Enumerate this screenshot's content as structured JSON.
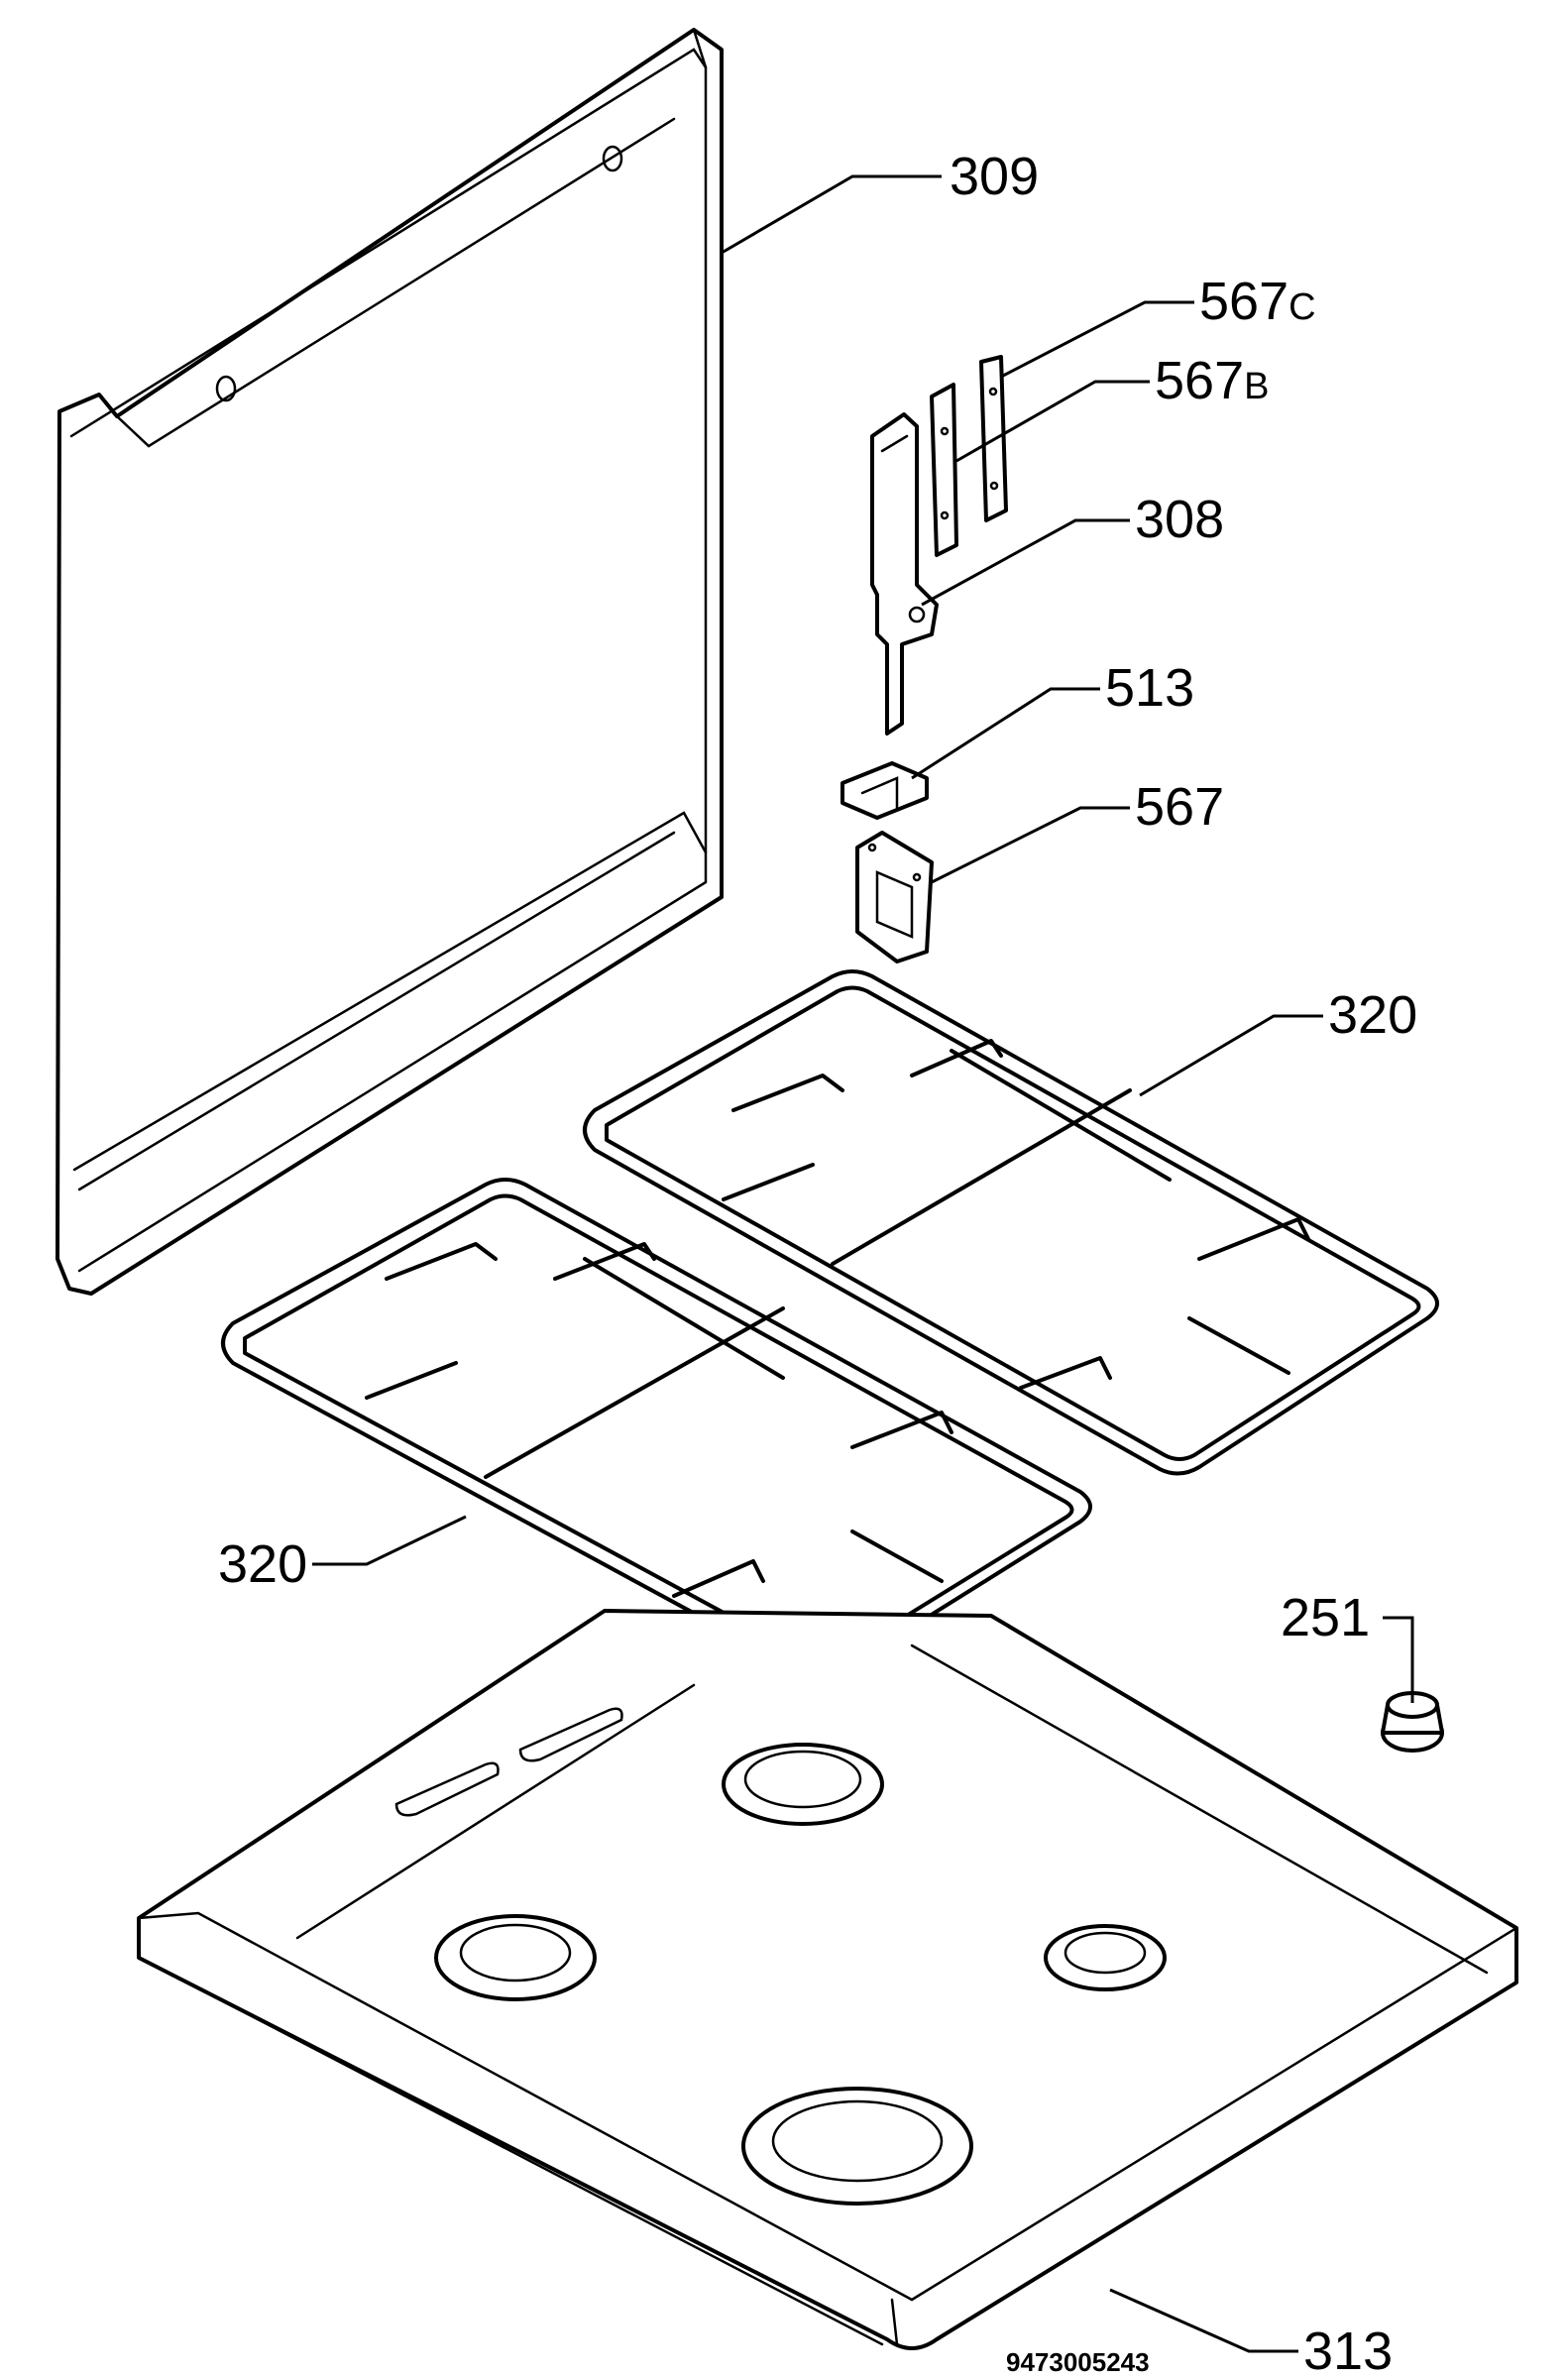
{
  "labels": {
    "p309": "309",
    "p567c_num": "567",
    "p567c_suffix": "C",
    "p567b_num": "567",
    "p567b_suffix": "B",
    "p308": "308",
    "p513": "513",
    "p567": "567",
    "p320_right": "320",
    "p320_left": "320",
    "p251": "251",
    "p313": "313"
  },
  "drawing_code": "9473005243"
}
